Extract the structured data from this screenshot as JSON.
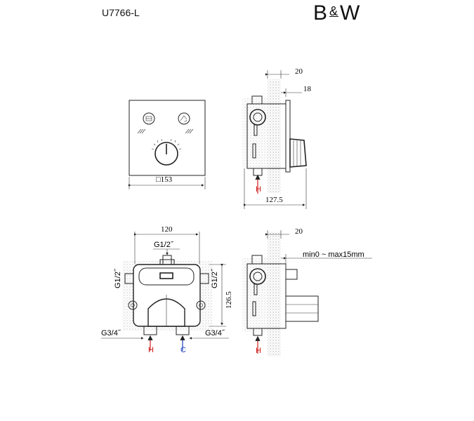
{
  "header": {
    "model": "U7766-L",
    "brand_left": "B",
    "brand_amp": "&",
    "brand_right": "W"
  },
  "front_view": {
    "width_label": "□153"
  },
  "side_view_top": {
    "dim_a": "20",
    "dim_b": "18",
    "depth": "127.5",
    "inlet_mark": "H"
  },
  "rough_in_view": {
    "width": "120",
    "height": "126.5",
    "top_outlet": "G1/2˝",
    "left_outlet": "G1/2˝",
    "right_outlet": "G1/2˝",
    "inlet_left": "G3/4˝",
    "inlet_right": "G3/4˝",
    "hot_mark": "H",
    "cold_mark": "C"
  },
  "side_view_bottom": {
    "dim_a": "20",
    "wall_range": "min0 ~ max15mm",
    "inlet_mark": "H"
  },
  "colors": {
    "hot": "#d11a1a",
    "cold": "#1f3fbf",
    "line": "#222222"
  }
}
